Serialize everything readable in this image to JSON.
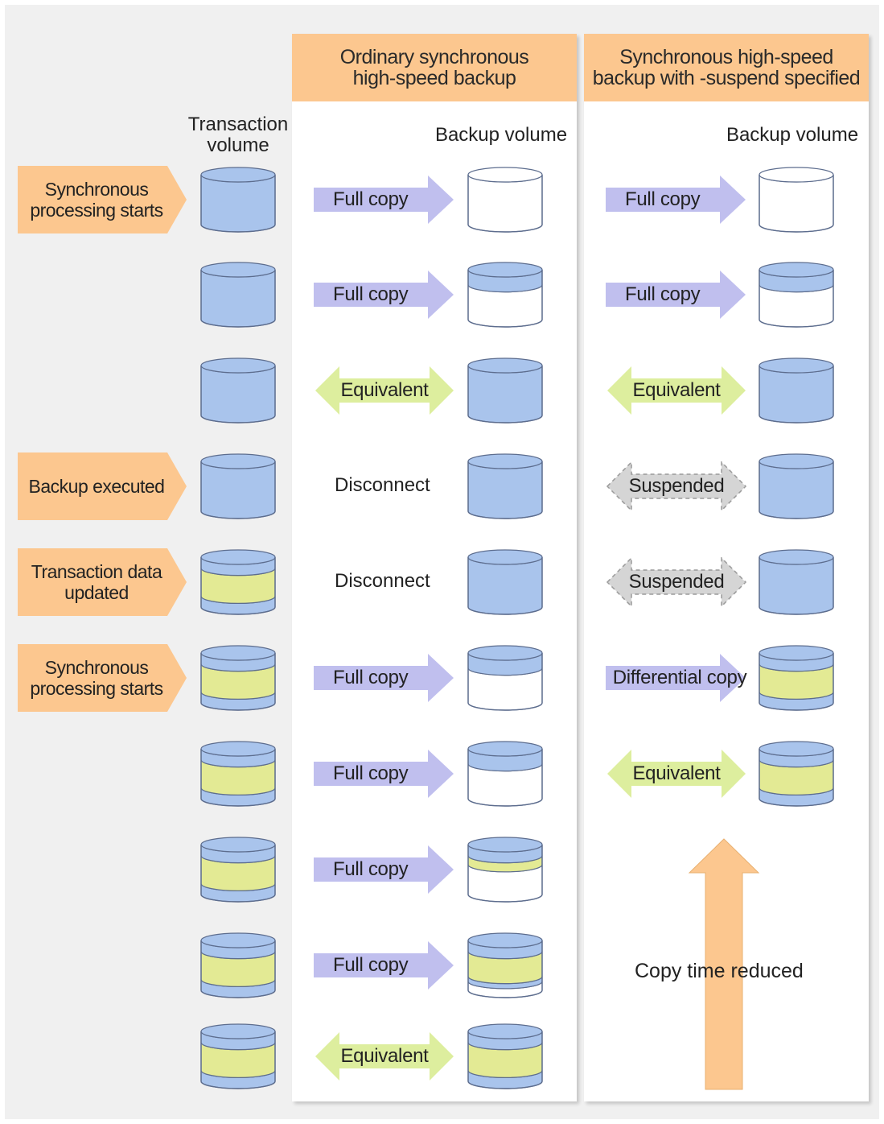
{
  "columns": {
    "ordinary": {
      "title": "Ordinary synchronous\nhigh-speed backup",
      "backup_label": "Backup volume"
    },
    "suspend": {
      "title": "Synchronous high-speed\nbackup with -suspend specified",
      "backup_label": "Backup volume"
    }
  },
  "transaction_label": "Transaction\nvolume",
  "events": [
    {
      "text": "Synchronous\nprocessing starts"
    },
    {
      "text": "Backup executed"
    },
    {
      "text": "Transaction data\nupdated"
    },
    {
      "text": "Synchronous\nprocessing starts"
    }
  ],
  "arrow_labels": {
    "full_copy": "Full copy",
    "equivalent": "Equivalent",
    "disconnect": "Disconnect",
    "suspended": "Suspended",
    "differential": "Differential copy"
  },
  "note": "Copy time reduced",
  "colors": {
    "blue": "#a9c4ec",
    "yellow": "#e3ea94",
    "orange": "#fcc78f",
    "purple_arrow": "#c0bfee",
    "green_arrow": "#ddee9e",
    "gray_arrow": "#d5d5d5",
    "outline": "#5d6d8e"
  },
  "transaction_states": [
    "blue",
    "blue",
    "blue",
    "blue",
    "updated",
    "updated",
    "updated",
    "updated",
    "updated",
    "updated"
  ],
  "ordinary_rows": [
    {
      "action": "full_copy",
      "backup": "empty"
    },
    {
      "action": "full_copy",
      "backup": "top-band"
    },
    {
      "action": "equivalent",
      "backup": "blue"
    },
    {
      "action": "disconnect",
      "backup": "blue"
    },
    {
      "action": "disconnect",
      "backup": "blue"
    },
    {
      "action": "full_copy",
      "backup": "top-band"
    },
    {
      "action": "full_copy",
      "backup": "top-band"
    },
    {
      "action": "full_copy",
      "backup": "partial-yellow"
    },
    {
      "action": "full_copy",
      "backup": "mostly-updated"
    },
    {
      "action": "equivalent",
      "backup": "updated"
    }
  ],
  "suspend_rows": [
    {
      "action": "full_copy",
      "backup": "empty"
    },
    {
      "action": "full_copy",
      "backup": "top-band"
    },
    {
      "action": "equivalent",
      "backup": "blue"
    },
    {
      "action": "suspended",
      "backup": "blue"
    },
    {
      "action": "suspended",
      "backup": "blue"
    },
    {
      "action": "differential",
      "backup": "updated"
    },
    {
      "action": "equivalent",
      "backup": "updated"
    }
  ]
}
